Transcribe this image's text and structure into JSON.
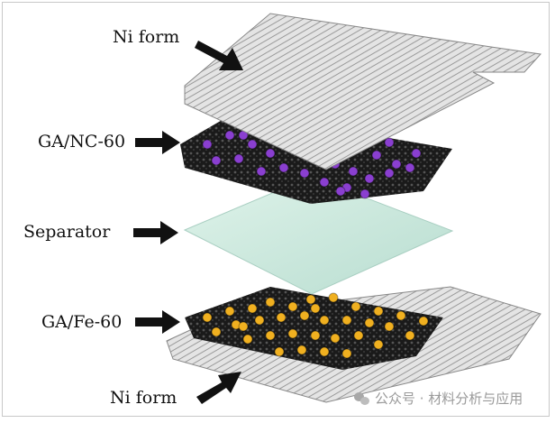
{
  "labels": {
    "top_foam": "Ni form",
    "nc_layer": "GA/NC-60",
    "separator": "Separator",
    "fe_layer": "GA/Fe-60",
    "bottom_foam": "Ni form"
  },
  "watermark": "公众号 · 材料分析与应用",
  "colors": {
    "foam": "#d9d9d9",
    "carbon": "#1c1c1c",
    "nc_particle": "#8a3fd0",
    "fe_particle": "#f0b020",
    "separator": "#cdeadf"
  }
}
